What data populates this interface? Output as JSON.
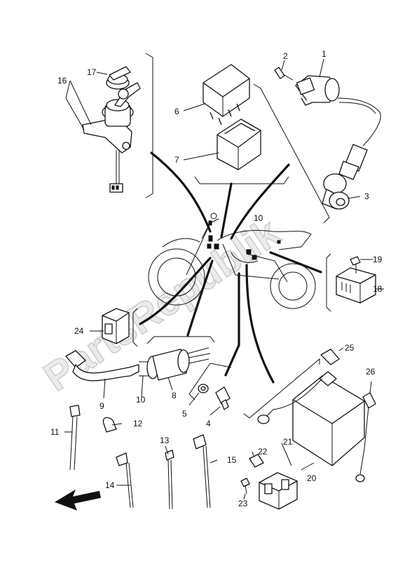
{
  "watermark": "PartsRepublik",
  "callouts": [
    {
      "id": "c1",
      "text": "1"
    },
    {
      "id": "c2",
      "text": "2"
    },
    {
      "id": "c3",
      "text": "3"
    },
    {
      "id": "c4",
      "text": "4"
    },
    {
      "id": "c5",
      "text": "5"
    },
    {
      "id": "c6",
      "text": "6"
    },
    {
      "id": "c7",
      "text": "7"
    },
    {
      "id": "c8",
      "text": "8"
    },
    {
      "id": "c9",
      "text": "9"
    },
    {
      "id": "c10a",
      "text": "10"
    },
    {
      "id": "c10b",
      "text": "10"
    },
    {
      "id": "c11",
      "text": "11"
    },
    {
      "id": "c12",
      "text": "12"
    },
    {
      "id": "c13",
      "text": "13"
    },
    {
      "id": "c14",
      "text": "14"
    },
    {
      "id": "c15",
      "text": "15"
    },
    {
      "id": "c16",
      "text": "16"
    },
    {
      "id": "c17",
      "text": "17"
    },
    {
      "id": "c18",
      "text": "18"
    },
    {
      "id": "c19",
      "text": "19"
    },
    {
      "id": "c20",
      "text": "20"
    },
    {
      "id": "c21",
      "text": "21"
    },
    {
      "id": "c22",
      "text": "22"
    },
    {
      "id": "c23",
      "text": "23"
    },
    {
      "id": "c24",
      "text": "24"
    },
    {
      "id": "c25",
      "text": "25"
    },
    {
      "id": "c26",
      "text": "26"
    }
  ]
}
